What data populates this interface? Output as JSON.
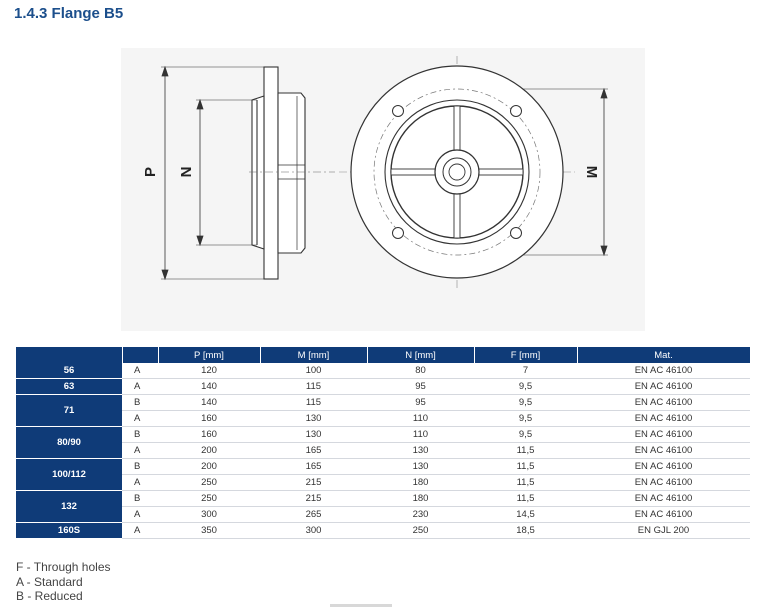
{
  "title": "1.4.3 Flange B5",
  "drawing": {
    "dim_p": "P",
    "dim_n": "N",
    "dim_m": "M"
  },
  "table": {
    "headers": [
      "",
      "",
      "P [mm]",
      "M [mm]",
      "N [mm]",
      "F [mm]",
      "Mat."
    ],
    "rows": [
      {
        "size": "56",
        "type": "A",
        "p": "120",
        "m": "100",
        "n": "80",
        "f": "7",
        "mat": "EN AC 46100"
      },
      {
        "size": "63",
        "type": "A",
        "p": "140",
        "m": "115",
        "n": "95",
        "f": "9,5",
        "mat": "EN AC 46100"
      },
      {
        "size": "71",
        "type": "B",
        "p": "140",
        "m": "115",
        "n": "95",
        "f": "9,5",
        "mat": "EN AC 46100"
      },
      {
        "size": "",
        "type": "A",
        "p": "160",
        "m": "130",
        "n": "110",
        "f": "9,5",
        "mat": "EN AC 46100"
      },
      {
        "size": "80/90",
        "type": "B",
        "p": "160",
        "m": "130",
        "n": "110",
        "f": "9,5",
        "mat": "EN AC 46100"
      },
      {
        "size": "",
        "type": "A",
        "p": "200",
        "m": "165",
        "n": "130",
        "f": "11,5",
        "mat": "EN AC 46100"
      },
      {
        "size": "100/112",
        "type": "B",
        "p": "200",
        "m": "165",
        "n": "130",
        "f": "11,5",
        "mat": "EN AC 46100"
      },
      {
        "size": "",
        "type": "A",
        "p": "250",
        "m": "215",
        "n": "180",
        "f": "11,5",
        "mat": "EN AC 46100"
      },
      {
        "size": "132",
        "type": "B",
        "p": "250",
        "m": "215",
        "n": "180",
        "f": "11,5",
        "mat": "EN AC 46100"
      },
      {
        "size": "",
        "type": "A",
        "p": "300",
        "m": "265",
        "n": "230",
        "f": "14,5",
        "mat": "EN AC 46100"
      },
      {
        "size": "160S",
        "type": "A",
        "p": "350",
        "m": "300",
        "n": "250",
        "f": "18,5",
        "mat": "EN GJL 200"
      }
    ]
  },
  "legend": [
    "F - Through holes",
    "A - Standard",
    "B - Reduced"
  ]
}
